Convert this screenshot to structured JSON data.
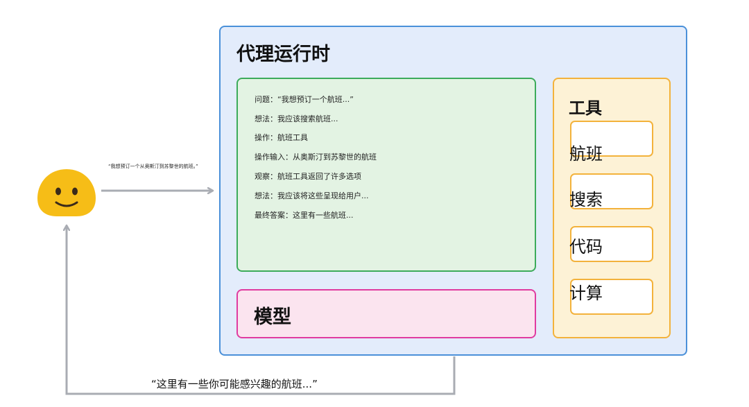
{
  "user": {
    "icon": "smiley-face-icon",
    "color": "#f6bd17"
  },
  "messages": {
    "request": "“我想预订一个从奥斯汀到苏黎世的航班。”",
    "response": "“这里有一些你可能感兴趣的航班...”"
  },
  "runtime": {
    "title": "代理运行时"
  },
  "reasoning": {
    "lines": [
      "问题：“我想预订一个航班...”",
      "想法：我应该搜索航班...",
      "操作：航班工具",
      "操作输入：从奥斯汀到苏黎世的航班",
      "观察：航班工具返回了许多选项",
      "想法：我应该将这些呈现给用户...",
      "最终答案：这里有一些航班..."
    ]
  },
  "model": {
    "label": "模型"
  },
  "tools": {
    "title": "工具",
    "items": [
      "航班",
      "搜索",
      "代码",
      "计算"
    ]
  },
  "colors": {
    "runtime_border": "#4a90d9",
    "reasoning_border": "#3cab5a",
    "model_border": "#e03ba0",
    "tools_border": "#f3b23b",
    "arrow": "#a9acb3"
  }
}
